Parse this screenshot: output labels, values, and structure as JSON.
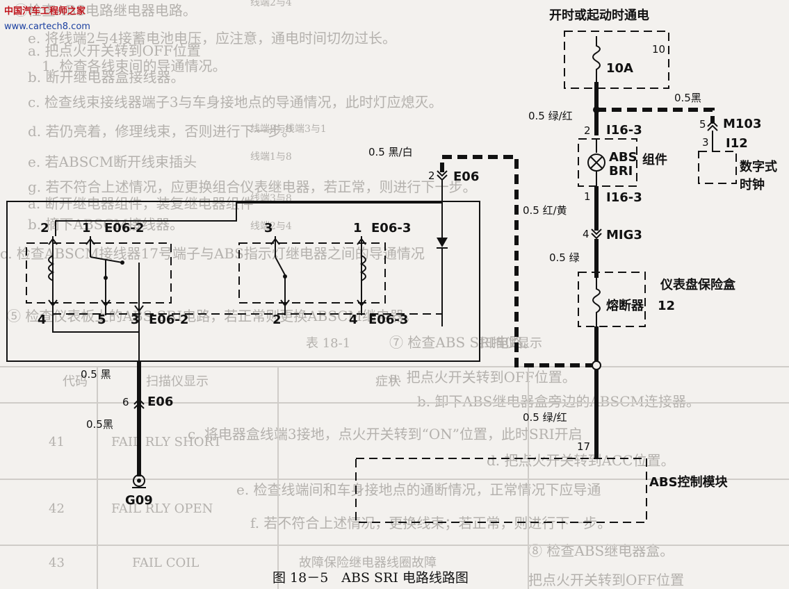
{
  "watermark": {
    "line1": "中国汽车工程师之家",
    "line2": "www.cartech8.com"
  },
  "background_text": [
    "①检查ABS电路继电器电路。",
    "e. 将线端2与4接蓄电池电压，应注意，通电时间切勿过长。",
    "1. 检查各线束间的导通情况。",
    "a. 把点火开关转到OFF位置",
    "b. 断开继电器盒接线器。",
    "c. 检查线束接线器端子3与车身接地点的导通情况，此时灯应熄灭。",
    "d. 若仍亮着，修理线束，否则进行下一步。",
    "e. 若ABSCM断开线束插头",
    "g. 若不符合上述情况，应更换组合仪表继电器，若正常，则进行下一步。",
    "a. 断开继电器组件，装复继电器组件",
    "b. 摘下ABSCM接线器。",
    "c. 检查ABSCM接线器17号端子与ABS指示灯继电器之间的导通情况",
    "⑤ 检查仪表板上的ABS SRI电路，若正常则更换ABSCM继电器。",
    "⑦ 检查ABS SRI电路。",
    "a. 把点火开关转到OFF位置。",
    "b. 卸下ABS继电器盒旁边的ABSCM连接器。",
    "c. 将电器盒线端3接地，点火开关转到“ON”位置，此时SRI开启",
    "d. 把点火开关转到ACC位置。",
    "e. 检查线端间和车身接地点的通断情况，正常情况下应导通",
    "f. 若不符合上述情况，更换线束；若正常，则进行下一步。",
    "⑧ 检查ABS继电器盒。",
    "把点火开关转到OFF位置",
    "代码",
    "扫描仪显示",
    "症状",
    "41",
    "FAIL RLY SHORT",
    "42",
    "FAIL RLY OPEN",
    "43",
    "FAIL COIL",
    "故障保险继电器线圈故障",
    "表 18-1",
    "扫描仪显示",
    "线端2与4",
    "线端3与8",
    "线端1与8",
    "线端3与8",
    "线端2与4",
    "线端3与1"
  ],
  "labels": {
    "power_source": "开时或起动时通电",
    "fuse_10_num": "10",
    "fuse_10_rating": "10A",
    "w_black_top": "0.5黑",
    "w_green_red_top": "0.5 绿/红",
    "pin2_i16": "2",
    "conn_i16_top": "I16-3",
    "bulb_abs": "ABS",
    "bulb_bri": "BRI",
    "assembly": "组件",
    "pin1_i16": "1",
    "conn_i16_bottom": "I16-3",
    "w_red_yellow": "0.5 红/黄",
    "pin4_mig3": "4",
    "conn_mig3": "MIG3",
    "w_green_mid": "0.5 绿",
    "fuse_box": "仪表盘保险盒",
    "fuse_name": "熔断器",
    "fuse_12": "12",
    "pin5_m103": "5",
    "conn_m103": "M103",
    "pin3_i12": "3",
    "conn_i12": "I12",
    "digital_clock_1": "数字式",
    "digital_clock_2": "时钟",
    "w_black_white": "0.5 黑/白",
    "pin2_e06": "2",
    "conn_e06_top": "E06",
    "relay1_p2": "2",
    "relay1_p1": "1",
    "relay1_name_top": "E06-2",
    "relay1_p4": "4",
    "relay1_p5": "5",
    "relay1_p3": "3",
    "relay1_name_bottom": "E06-2",
    "relay2_p3": "3",
    "relay2_p1": "1",
    "relay2_name_top": "E06-3",
    "relay2_p2": "2",
    "relay2_p4": "4",
    "relay2_name_bottom": "E06-3",
    "w_black_upper": "0.5 黑",
    "pin6_e06": "6",
    "conn_e06_bottom": "E06",
    "w_black_lower": "0.5黑",
    "ground": "G09",
    "w_green_red_bottom": "0.5 绿/红",
    "pin17": "17",
    "abs_module": "ABS控制模块",
    "caption": "图 18－5　ABS SRI 电路线路图"
  }
}
